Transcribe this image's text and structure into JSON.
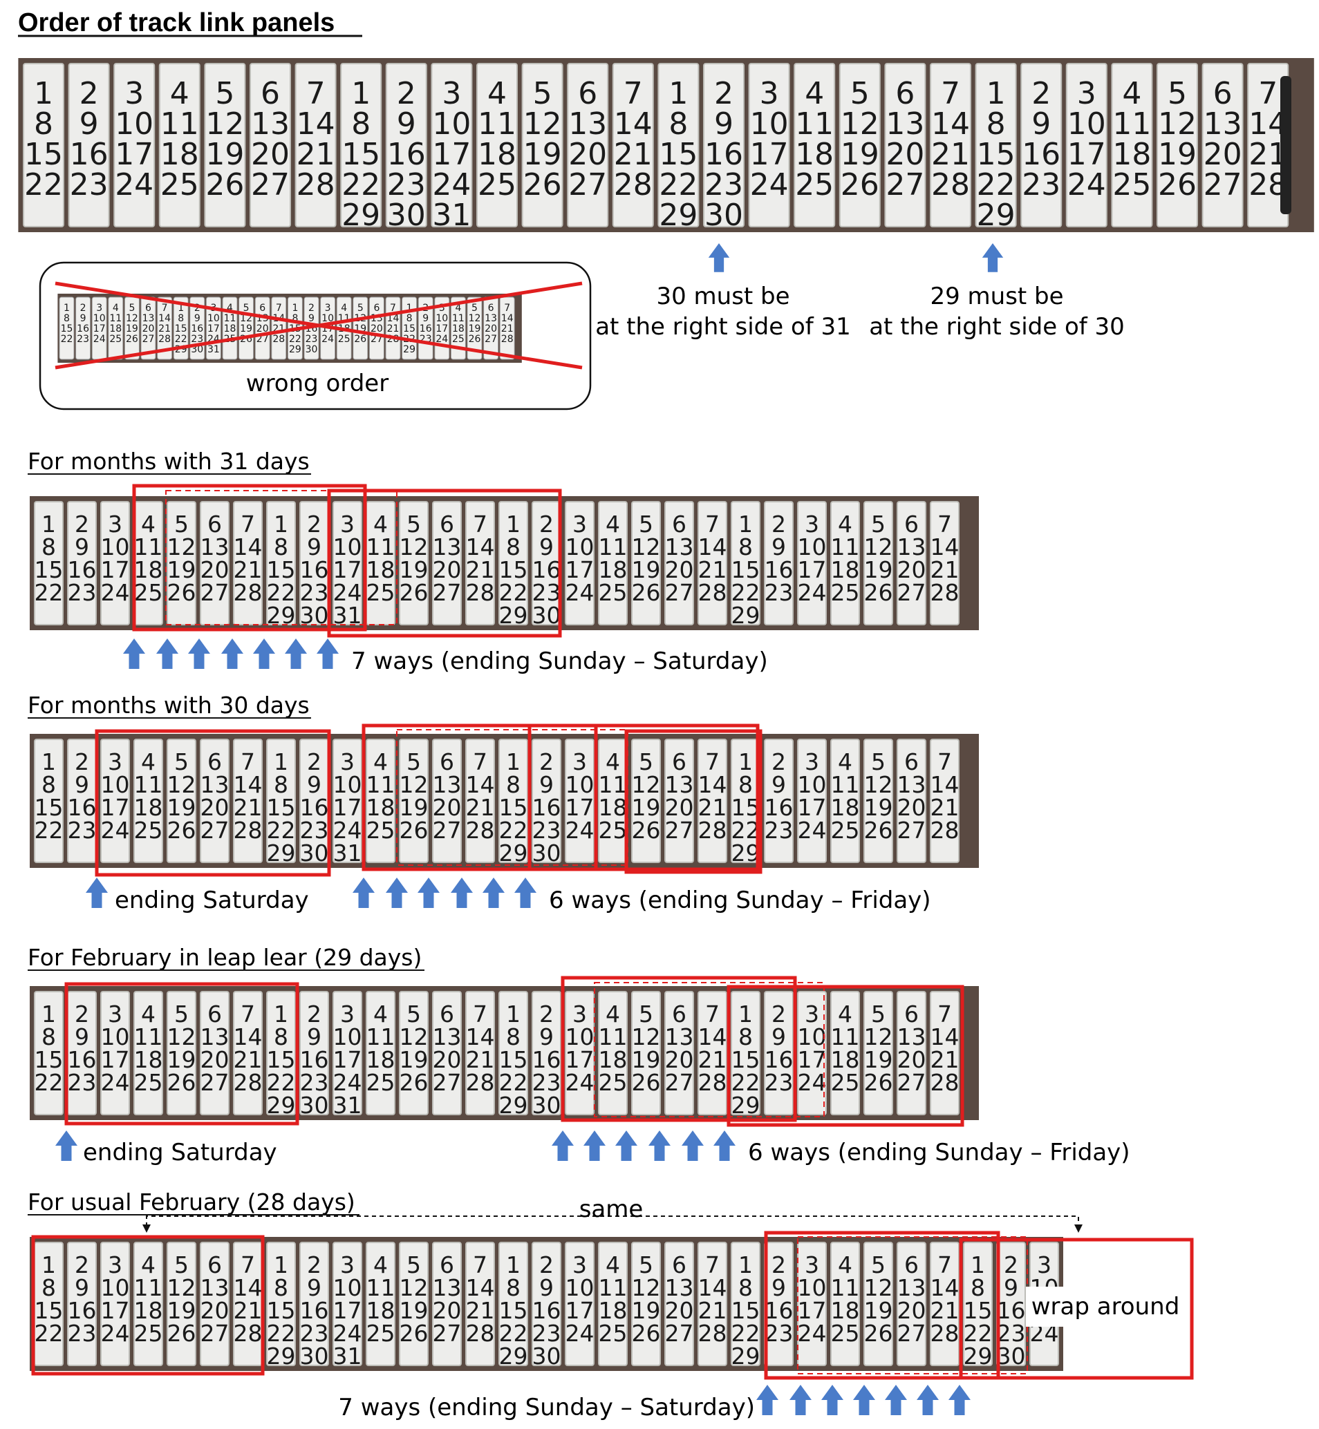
{
  "title": "Order of track link panels",
  "panel_numbers": [
    [
      "1",
      "8",
      "15",
      "22"
    ],
    [
      "2",
      "9",
      "16",
      "23"
    ],
    [
      "3",
      "10",
      "17",
      "24"
    ],
    [
      "4",
      "11",
      "18",
      "25"
    ],
    [
      "5",
      "12",
      "19",
      "26"
    ],
    [
      "6",
      "13",
      "20",
      "27"
    ],
    [
      "7",
      "14",
      "21",
      "28"
    ],
    [
      "1",
      "8",
      "15",
      "22",
      "29"
    ],
    [
      "2",
      "9",
      "16",
      "23",
      "30"
    ],
    [
      "3",
      "10",
      "17",
      "24",
      "31"
    ],
    [
      "4",
      "11",
      "18",
      "25"
    ],
    [
      "5",
      "12",
      "19",
      "26"
    ],
    [
      "6",
      "13",
      "20",
      "27"
    ],
    [
      "7",
      "14",
      "21",
      "28"
    ],
    [
      "1",
      "8",
      "15",
      "22",
      "29"
    ],
    [
      "2",
      "9",
      "16",
      "23",
      "30"
    ],
    [
      "3",
      "10",
      "17",
      "24"
    ],
    [
      "4",
      "11",
      "18",
      "25"
    ],
    [
      "5",
      "12",
      "19",
      "26"
    ],
    [
      "6",
      "13",
      "20",
      "27"
    ],
    [
      "7",
      "14",
      "21",
      "28"
    ],
    [
      "1",
      "8",
      "15",
      "22",
      "29"
    ],
    [
      "2",
      "9",
      "16",
      "23"
    ],
    [
      "3",
      "10",
      "17",
      "24"
    ],
    [
      "4",
      "11",
      "18",
      "25"
    ],
    [
      "5",
      "12",
      "19",
      "26"
    ],
    [
      "6",
      "13",
      "20",
      "27"
    ],
    [
      "7",
      "14",
      "21",
      "28"
    ]
  ],
  "extra_panels": [
    [
      "1",
      "8",
      "15",
      "22",
      "29"
    ],
    [
      "2",
      "9",
      "16",
      "23",
      "30"
    ],
    [
      "3",
      "10",
      "17",
      "24"
    ]
  ],
  "top_notes": [
    {
      "line1": "30 must be",
      "line2": "at the right side of 31"
    },
    {
      "line1": "29 must be",
      "line2": "at the right side of 30"
    }
  ],
  "wrong_order_label": "wrong order",
  "sections": [
    {
      "heading": "For months with 31 days",
      "labels": [
        "7 ways (ending Sunday – Saturday)"
      ]
    },
    {
      "heading": "For months with 30 days",
      "labels": [
        "ending Saturday",
        "6 ways (ending Sunday – Friday)"
      ]
    },
    {
      "heading": "For February in leap lear (29 days)",
      "labels": [
        "ending Saturday",
        "6 ways (ending Sunday – Friday)"
      ]
    },
    {
      "heading": "For usual February (28 days)",
      "labels": [
        "same",
        "wrap around",
        "7 ways (ending Sunday – Saturday)"
      ]
    }
  ],
  "colors": {
    "highlight": "#e01e1e",
    "arrow": "#4a7cc9",
    "strip": "#5a4a42",
    "tile": "#ededeb"
  }
}
